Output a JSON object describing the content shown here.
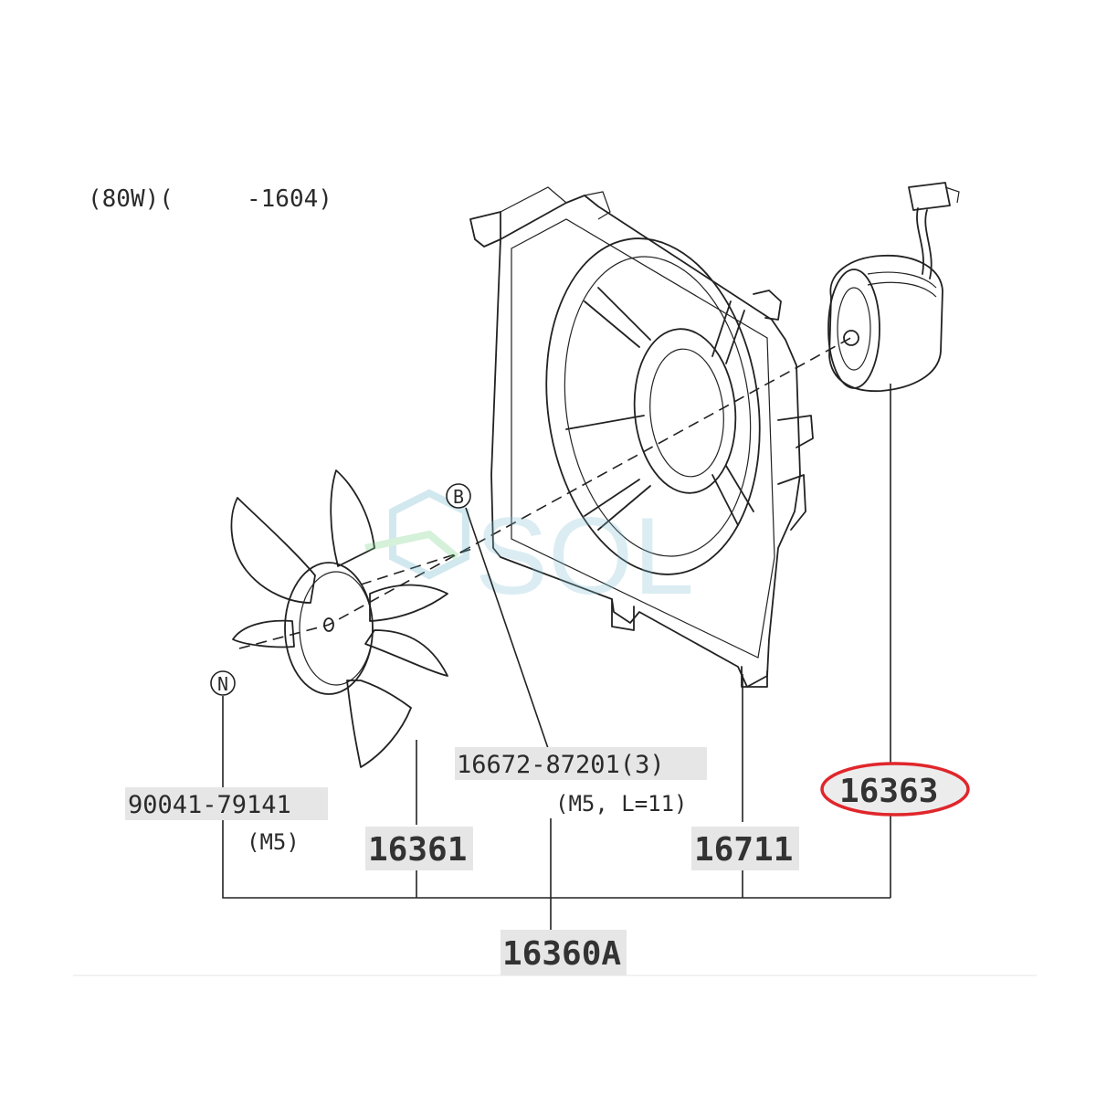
{
  "header": {
    "spec": "(80W)(",
    "date_range": "-1604)"
  },
  "callouts": {
    "b": "B",
    "n": "N"
  },
  "parts": {
    "bolt": {
      "number": "90041-79141",
      "spec": "(M5)"
    },
    "fan": {
      "number": "16361"
    },
    "screw": {
      "number": "16672-87201(3)",
      "spec": "(M5, L=11)"
    },
    "shroud": {
      "number": "16711"
    },
    "motor": {
      "number": "16363"
    },
    "assembly": {
      "number": "16360A"
    }
  },
  "watermark": {
    "text": "SOL"
  },
  "colors": {
    "highlight_ring": "#e0262b",
    "label_background": "#e6e6e6",
    "line": "#222222"
  }
}
